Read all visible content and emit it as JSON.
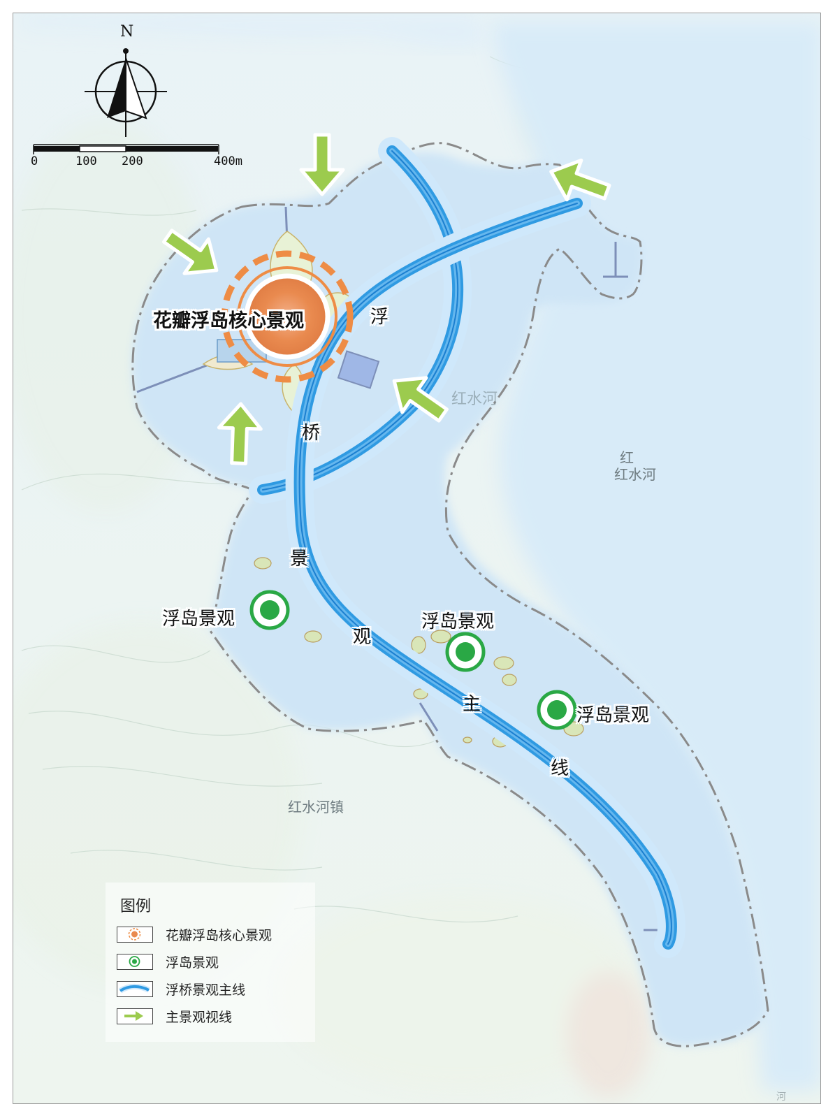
{
  "map": {
    "north_label": "N",
    "scale": {
      "ticks": [
        "0",
        "100",
        "200",
        "400m"
      ]
    },
    "core_landscape": {
      "label": "花瓣浮岛核心景观",
      "color": "#e98a4f"
    },
    "floating_islands": [
      {
        "label": "浮岛景观"
      },
      {
        "label": "浮岛景观"
      },
      {
        "label": "浮岛景观"
      }
    ],
    "bridge_text": [
      "浮",
      "桥",
      "景",
      "观",
      "主",
      "线"
    ],
    "place_names": {
      "river_faint": "红水河",
      "river_small": "红",
      "river_main": "红水河",
      "town": "红水河镇",
      "river_edge": "河"
    },
    "colors": {
      "water": "#d4e9f7",
      "bridge": "#1e8fdc",
      "island_marker": "#2aa845",
      "sightline_arrow": "#9ccb4e",
      "boundary": "#8a8a8a"
    }
  },
  "legend": {
    "title": "图例",
    "items": [
      {
        "label": "花瓣浮岛核心景观",
        "icon": "core-landscape-icon"
      },
      {
        "label": "浮岛景观",
        "icon": "floating-island-icon"
      },
      {
        "label": "浮桥景观主线",
        "icon": "bridge-line-icon"
      },
      {
        "label": "主景观视线",
        "icon": "sightline-arrow-icon"
      }
    ]
  }
}
